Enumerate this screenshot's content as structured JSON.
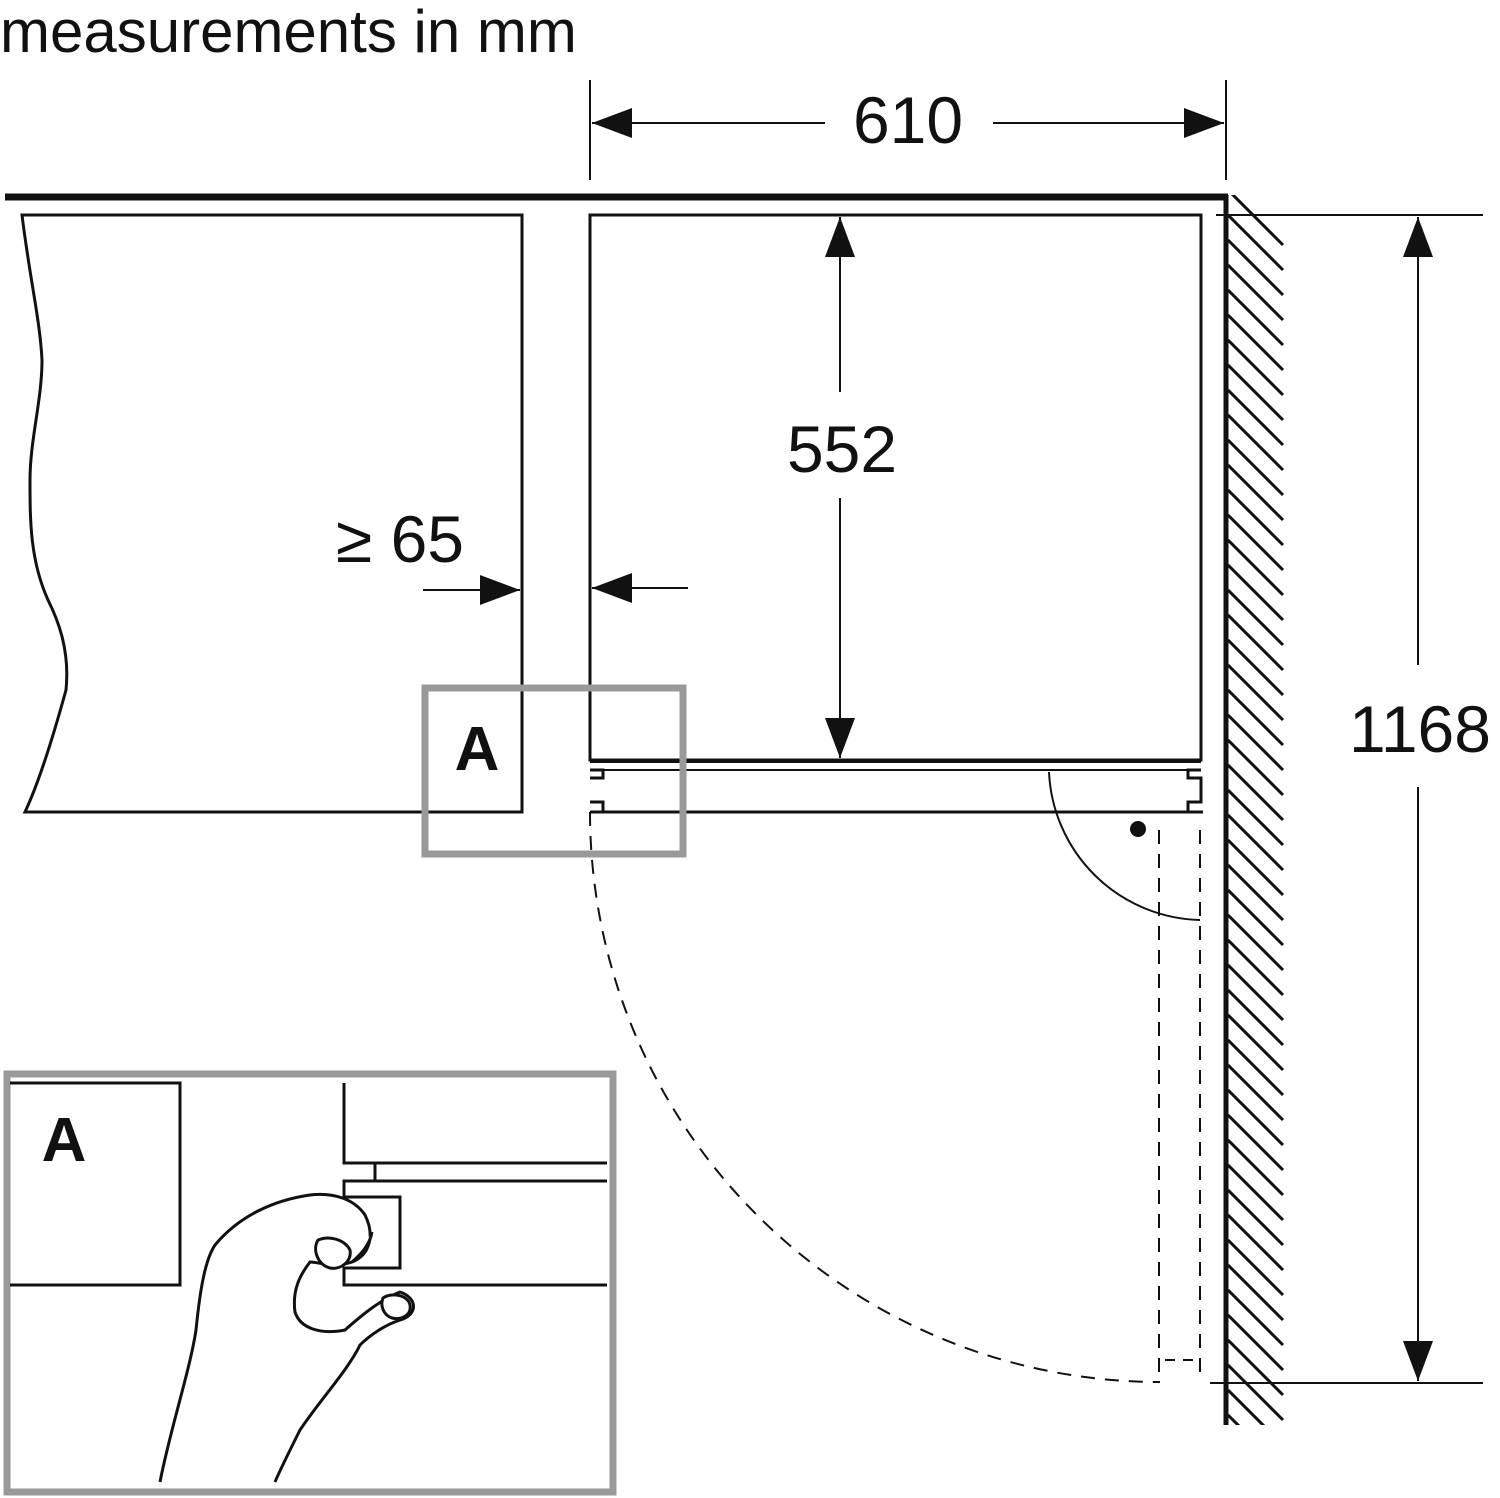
{
  "title": "measurements in mm",
  "dimensions": {
    "width_label": "610",
    "depth_label": "552",
    "gap_label": "≥ 65",
    "door_swing_label": "1168"
  },
  "detail": {
    "marker_label": "A",
    "inset_label": "A"
  },
  "colors": {
    "line": "#111111",
    "frame": "#999999",
    "background": "#ffffff"
  }
}
